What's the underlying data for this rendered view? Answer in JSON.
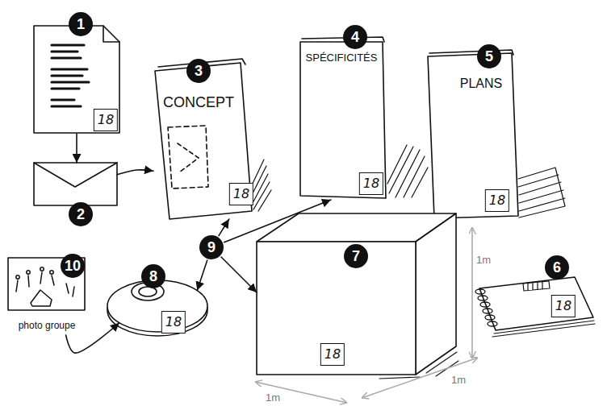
{
  "diagram": {
    "nodes": [
      {
        "text": [
          "1",
          "18"
        ]
      },
      {
        "text": [
          "2"
        ]
      },
      {
        "text": [
          "3",
          "CONCEPT",
          "18"
        ]
      },
      {
        "text": [
          "4",
          "SPÉCIFICITÉS",
          "18"
        ]
      },
      {
        "text": [
          "5",
          "PLANS",
          "18"
        ]
      },
      {
        "text": [
          "6",
          "18"
        ]
      },
      {
        "text": [
          "7",
          "18"
        ]
      },
      {
        "text": [
          "8",
          "18"
        ]
      },
      {
        "text": [
          "9"
        ]
      },
      {
        "text": [
          "10",
          "photo groupe"
        ]
      }
    ],
    "edges": [
      {
        "from": 0,
        "to": 1,
        "arrow": "to"
      },
      {
        "from": 1,
        "to": 2,
        "arrow": "to"
      },
      {
        "from": 8,
        "to": 2,
        "arrow": "to"
      },
      {
        "from": 8,
        "to": 3,
        "arrow": "to"
      },
      {
        "from": 8,
        "to": 6,
        "arrow": "to"
      },
      {
        "from": 8,
        "to": 7,
        "arrow": "to"
      },
      {
        "from": 9,
        "to": 7,
        "arrow": "to"
      }
    ],
    "labels": [
      "1m",
      "1m",
      "1m"
    ]
  }
}
